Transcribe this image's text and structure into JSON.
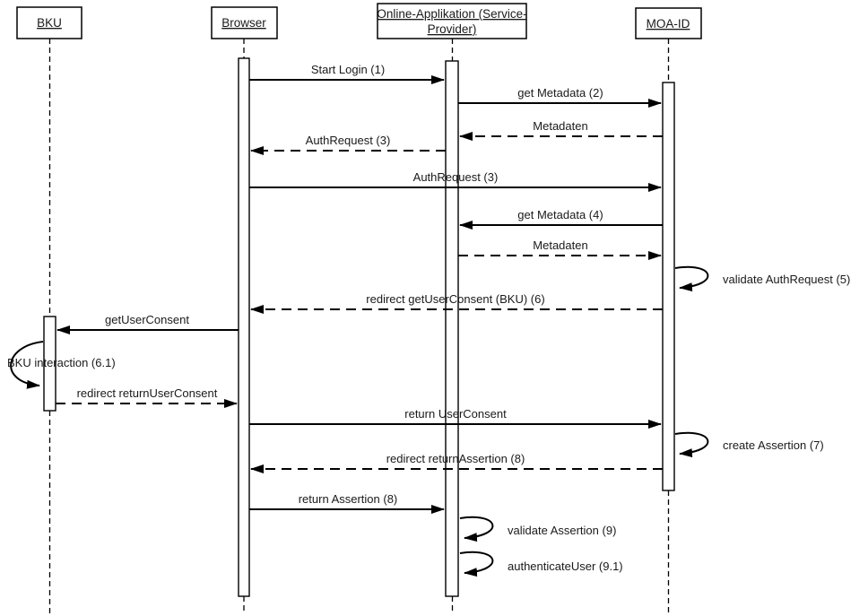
{
  "diagram": {
    "type": "uml-sequence-diagram",
    "colors": {
      "line": "#000000",
      "background": "#ffffff",
      "text": "#1a1a1a"
    },
    "actors": [
      {
        "id": "bku",
        "label": "BKU"
      },
      {
        "id": "browser",
        "label": "Browser"
      },
      {
        "id": "online-app",
        "label_line1": "Online-Applikation (Service-",
        "label_line2": "Provider)"
      },
      {
        "id": "moa-id",
        "label": "MOA-ID"
      }
    ],
    "messages": [
      {
        "label": "Start Login (1)",
        "from": "browser",
        "to": "online-app",
        "style": "solid"
      },
      {
        "label": "get Metadata (2)",
        "from": "online-app",
        "to": "moa-id",
        "style": "solid"
      },
      {
        "label": "Metadaten",
        "from": "moa-id",
        "to": "online-app",
        "style": "dashed"
      },
      {
        "label": "AuthRequest (3)",
        "from": "online-app",
        "to": "browser",
        "style": "dashed"
      },
      {
        "label": "AuthRequest (3)",
        "from": "browser",
        "to": "moa-id",
        "style": "solid"
      },
      {
        "label": "get Metadata (4)",
        "from": "moa-id",
        "to": "online-app",
        "style": "solid"
      },
      {
        "label": "Metadaten",
        "from": "online-app",
        "to": "moa-id",
        "style": "dashed"
      },
      {
        "label": "validate AuthRequest (5)",
        "from": "moa-id",
        "to": "moa-id",
        "style": "self"
      },
      {
        "label": "redirect getUserConsent (BKU) (6)",
        "from": "moa-id",
        "to": "browser",
        "style": "dashed"
      },
      {
        "label": "getUserConsent",
        "from": "browser",
        "to": "bku",
        "style": "solid"
      },
      {
        "label": "BKU interaction (6.1)",
        "from": "bku",
        "to": "bku",
        "style": "self"
      },
      {
        "label": "redirect returnUserConsent",
        "from": "bku",
        "to": "browser",
        "style": "dashed"
      },
      {
        "label": "return UserConsent",
        "from": "browser",
        "to": "moa-id",
        "style": "solid"
      },
      {
        "label": "create Assertion (7)",
        "from": "moa-id",
        "to": "moa-id",
        "style": "self"
      },
      {
        "label": "redirect returnAssertion (8)",
        "from": "moa-id",
        "to": "browser",
        "style": "dashed"
      },
      {
        "label": "return Assertion (8)",
        "from": "browser",
        "to": "online-app",
        "style": "solid"
      },
      {
        "label": "validate Assertion (9)",
        "from": "online-app",
        "to": "online-app",
        "style": "self"
      },
      {
        "label": "authenticateUser (9.1)",
        "from": "online-app",
        "to": "online-app",
        "style": "self"
      }
    ]
  }
}
